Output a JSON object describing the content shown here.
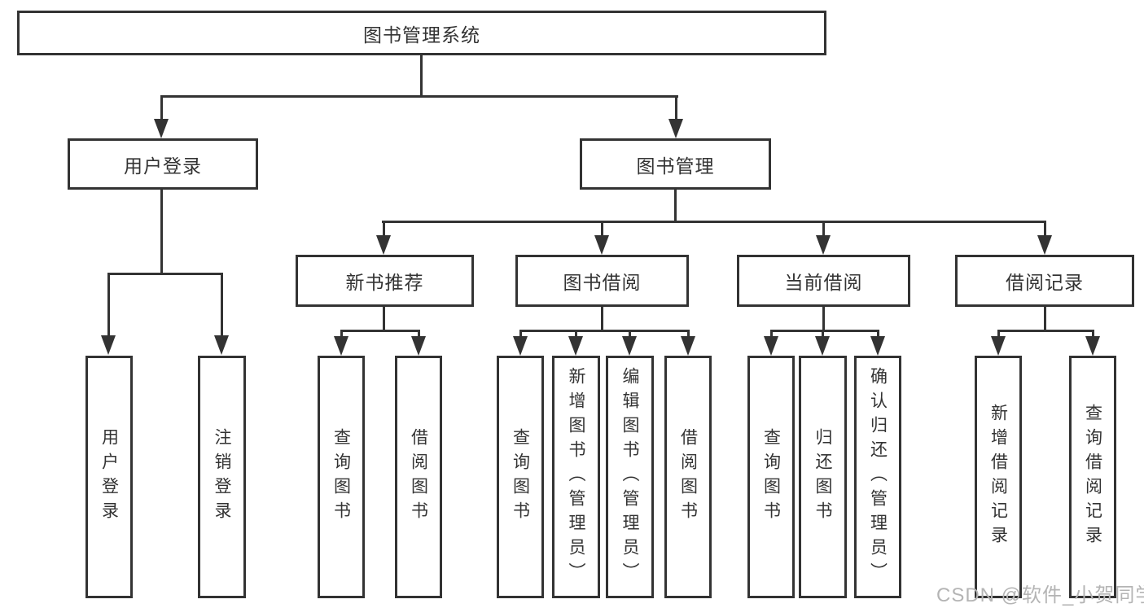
{
  "diagram": {
    "root": {
      "label": "图书管理系统"
    },
    "level2": {
      "user_login": {
        "label": "用户登录"
      },
      "book_management": {
        "label": "图书管理"
      }
    },
    "level3": {
      "new_book_recommend": {
        "label": "新书推荐"
      },
      "book_borrowing": {
        "label": "图书借阅"
      },
      "current_borrowing": {
        "label": "当前借阅"
      },
      "borrowing_records": {
        "label": "借阅记录"
      }
    },
    "leaves": {
      "user_login_leaf": {
        "label": "用户登录"
      },
      "logout": {
        "label": "注销登录"
      },
      "recommend_query_book": {
        "label": "查询图书"
      },
      "recommend_borrow_book": {
        "label": "借阅图书"
      },
      "borrowing_query_book": {
        "label": "查询图书"
      },
      "borrowing_add_book": {
        "label": "新增图书（管理员）"
      },
      "borrowing_edit_book": {
        "label": "编辑图书（管理员）"
      },
      "borrowing_borrow_book": {
        "label": "借阅图书"
      },
      "current_query_book": {
        "label": "查询图书"
      },
      "current_return_book": {
        "label": "归还图书"
      },
      "current_confirm_return": {
        "label": "确认归还（管理员）"
      },
      "records_add_record": {
        "label": "新增借阅记录"
      },
      "records_query_record": {
        "label": "查询借阅记录"
      }
    }
  },
  "watermark": {
    "text": "CSDN @软件_小贺同学"
  },
  "colors": {
    "line": "#333333",
    "box_background": "#ffffff",
    "watermark": "#b4b4b4"
  }
}
